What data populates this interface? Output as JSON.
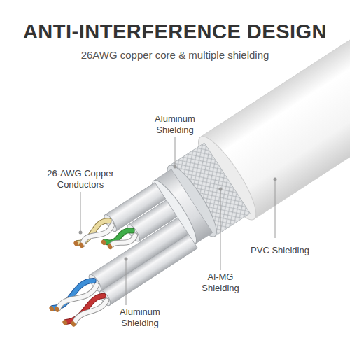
{
  "diagram": {
    "title": "ANTI-INTERFERENCE DESIGN",
    "labels": [
      "26AWG copper core & multiple shielding",
      "Aluminum Shielding",
      "26-AWG Copper Conductors",
      "Al-MG Shielding",
      "PVC Shielding",
      "Aluminum Shielding"
    ]
  }
}
